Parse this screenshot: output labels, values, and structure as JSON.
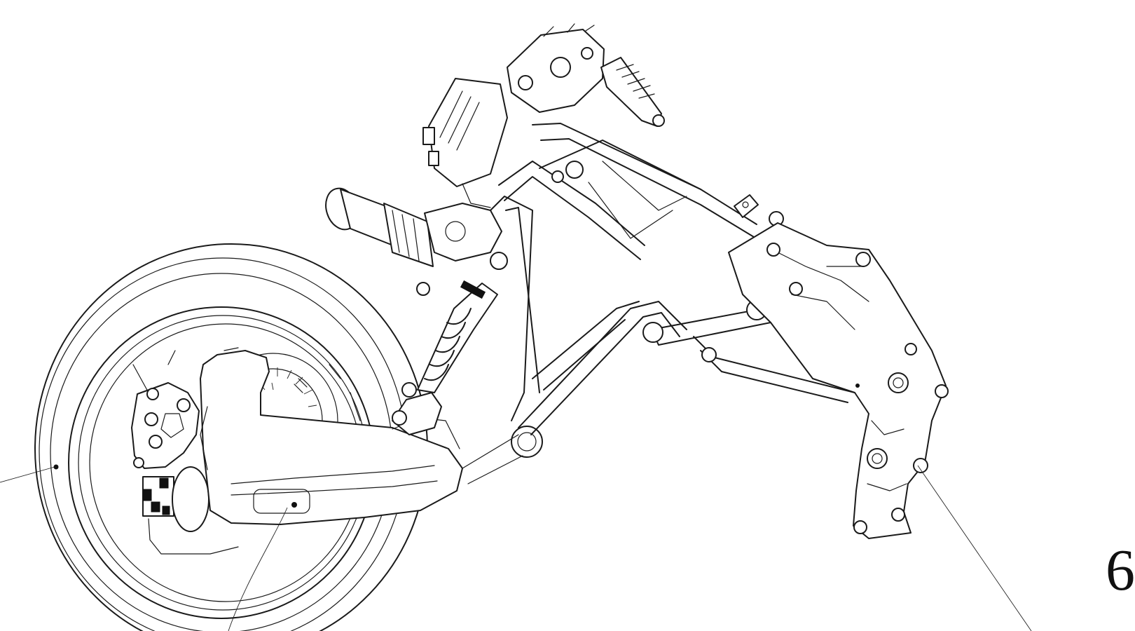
{
  "figure": {
    "partial_reference_numeral": "6",
    "components": [
      {
        "id": "rear-wheel",
        "icon": "wheel-icon"
      },
      {
        "id": "brake-disc",
        "icon": "disc-icon"
      },
      {
        "id": "brake-caliper",
        "icon": "caliper-icon"
      },
      {
        "id": "swingarm",
        "icon": "swingarm-icon"
      },
      {
        "id": "rear-shock",
        "icon": "spring-icon"
      },
      {
        "id": "main-frame",
        "icon": "frame-icon"
      },
      {
        "id": "electric-motor",
        "icon": "motor-icon"
      },
      {
        "id": "control-unit",
        "icon": "ecu-icon"
      },
      {
        "id": "steering-head",
        "icon": "headstock-icon"
      },
      {
        "id": "front-bracket",
        "icon": "bracket-icon"
      }
    ],
    "leader_lines": 3
  }
}
